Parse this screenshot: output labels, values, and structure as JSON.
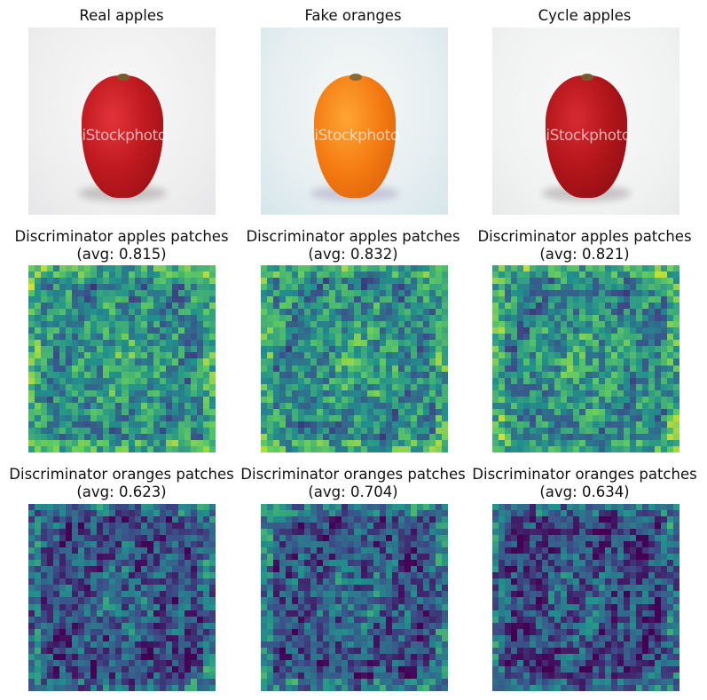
{
  "titles": {
    "r0c0": "Real apples",
    "r0c1": "Fake oranges",
    "r0c2": "Cycle apples",
    "r1c0_a": "Discriminator apples patches",
    "r1c0_b": "(avg: 0.815)",
    "r1c1_a": "Discriminator apples patches",
    "r1c1_b": "(avg: 0.832)",
    "r1c2_a": "Discriminator apples patches",
    "r1c2_b": "(avg: 0.821)",
    "r2c0_a": "Discriminator oranges patches",
    "r2c0_b": "(avg: 0.623)",
    "r2c1_a": "Discriminator oranges patches",
    "r2c1_b": "(avg: 0.704)",
    "r2c2_a": "Discriminator oranges patches",
    "r2c2_b": "(avg: 0.634)"
  },
  "watermark": "iStockphoto",
  "colors": {
    "apple_red": "#b3161b",
    "orange": "#f47a12",
    "viridis_low": "#440154",
    "viridis_mid": "#21918c",
    "viridis_high": "#fde725"
  }
}
